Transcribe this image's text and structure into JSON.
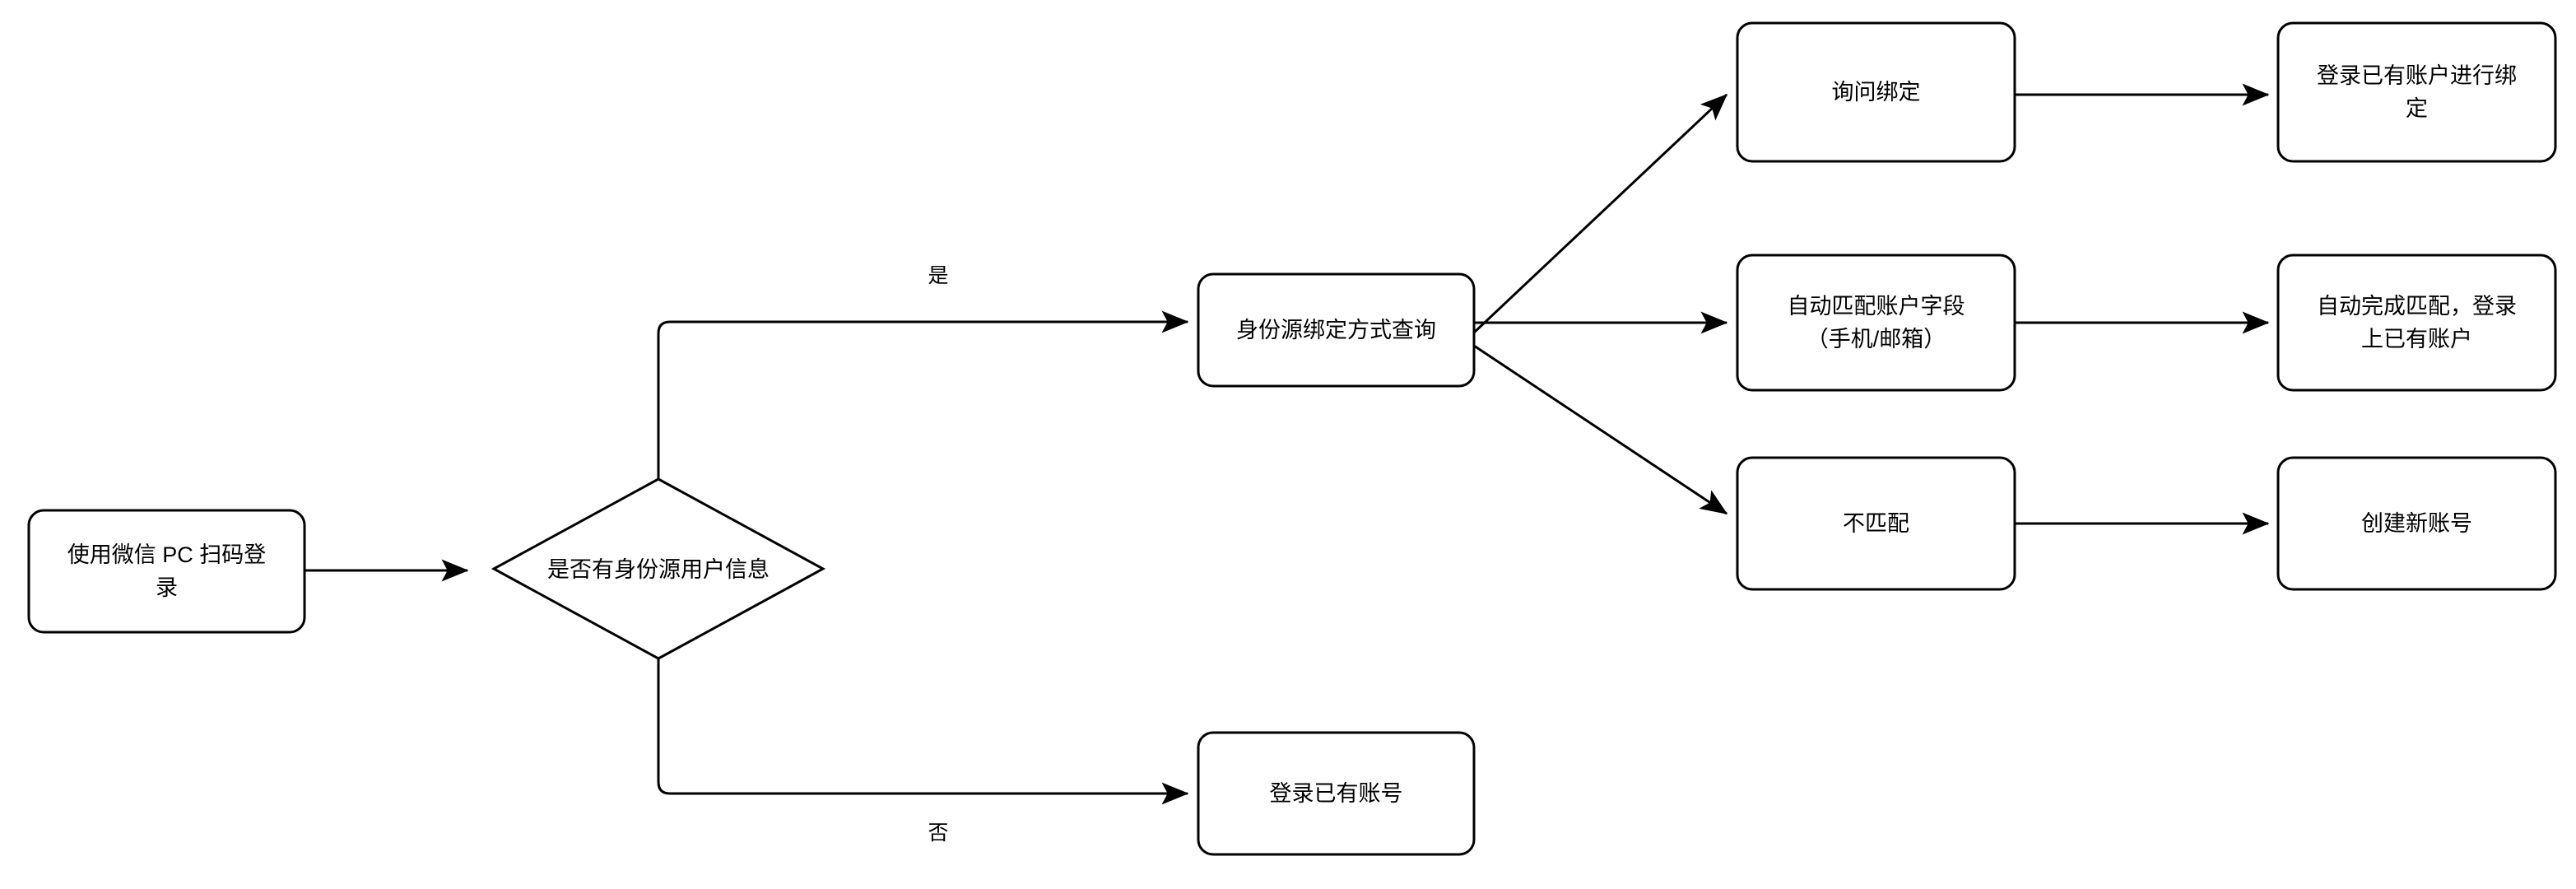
{
  "diagram": {
    "type": "flowchart",
    "orientation": "left-to-right",
    "background_color": "#ffffff",
    "stroke_color": "#000000",
    "fill_color": "#ffffff",
    "nodes": [
      {
        "id": "start",
        "shape": "rounded-rectangle",
        "label": "使用微信 PC 扫码登\n录"
      },
      {
        "id": "decision",
        "shape": "diamond",
        "label": "是否有身份源用户信息"
      },
      {
        "id": "bind_query",
        "shape": "rounded-rectangle",
        "label": "身份源绑定方式查询"
      },
      {
        "id": "ask_bind",
        "shape": "rounded-rectangle",
        "label": "询问绑定"
      },
      {
        "id": "auto_match",
        "shape": "rounded-rectangle",
        "label": "自动匹配账户字段\n（手机/邮箱）"
      },
      {
        "id": "no_match",
        "shape": "rounded-rectangle",
        "label": "不匹配"
      },
      {
        "id": "login_bind",
        "shape": "rounded-rectangle",
        "label": "登录已有账户进行绑\n定"
      },
      {
        "id": "auto_done",
        "shape": "rounded-rectangle",
        "label": "自动完成匹配，登录\n上已有账户"
      },
      {
        "id": "create_new",
        "shape": "rounded-rectangle",
        "label": "创建新账号"
      },
      {
        "id": "login_existing",
        "shape": "rounded-rectangle",
        "label": "登录已有账号"
      }
    ],
    "edges": [
      {
        "id": "e1",
        "from": "start",
        "to": "decision",
        "label": ""
      },
      {
        "id": "e2",
        "from": "decision",
        "to": "bind_query",
        "label": "是"
      },
      {
        "id": "e3",
        "from": "decision",
        "to": "login_existing",
        "label": "否"
      },
      {
        "id": "e4",
        "from": "bind_query",
        "to": "ask_bind",
        "label": ""
      },
      {
        "id": "e5",
        "from": "bind_query",
        "to": "auto_match",
        "label": ""
      },
      {
        "id": "e6",
        "from": "bind_query",
        "to": "no_match",
        "label": ""
      },
      {
        "id": "e7",
        "from": "ask_bind",
        "to": "login_bind",
        "label": ""
      },
      {
        "id": "e8",
        "from": "auto_match",
        "to": "auto_done",
        "label": ""
      },
      {
        "id": "e9",
        "from": "no_match",
        "to": "create_new",
        "label": ""
      }
    ],
    "edge_labels": {
      "yes": "是",
      "no": "否"
    }
  }
}
